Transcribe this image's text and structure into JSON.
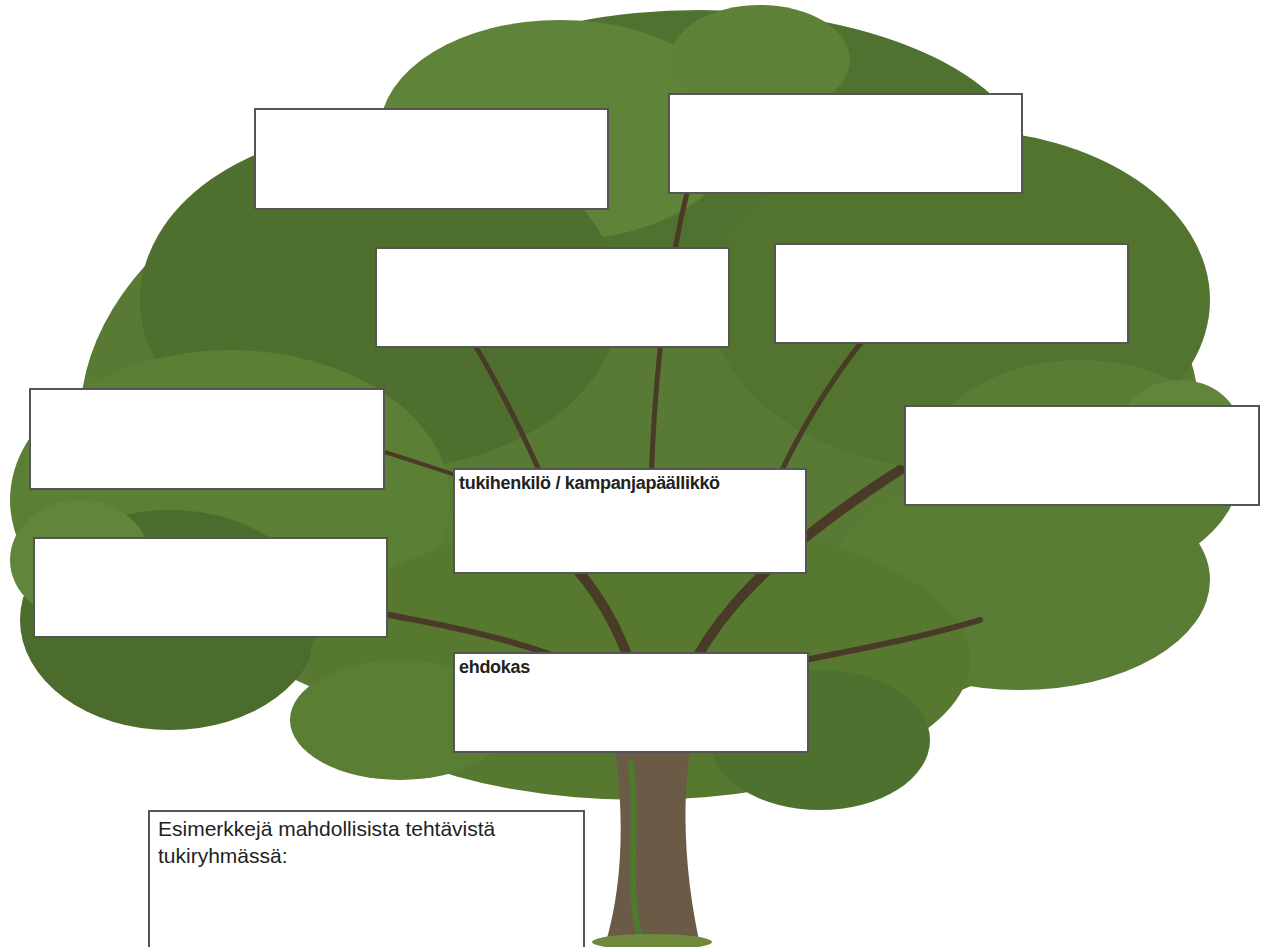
{
  "diagram": {
    "nodes": [
      {
        "text": [
          "tukihenkilö / kampanjapäällikkö"
        ]
      },
      {
        "text": [
          "ehdokas"
        ]
      },
      {
        "text": [
          "Esimerkkejä mahdollisista tehtävistä tukiryhmässä:"
        ]
      }
    ]
  }
}
